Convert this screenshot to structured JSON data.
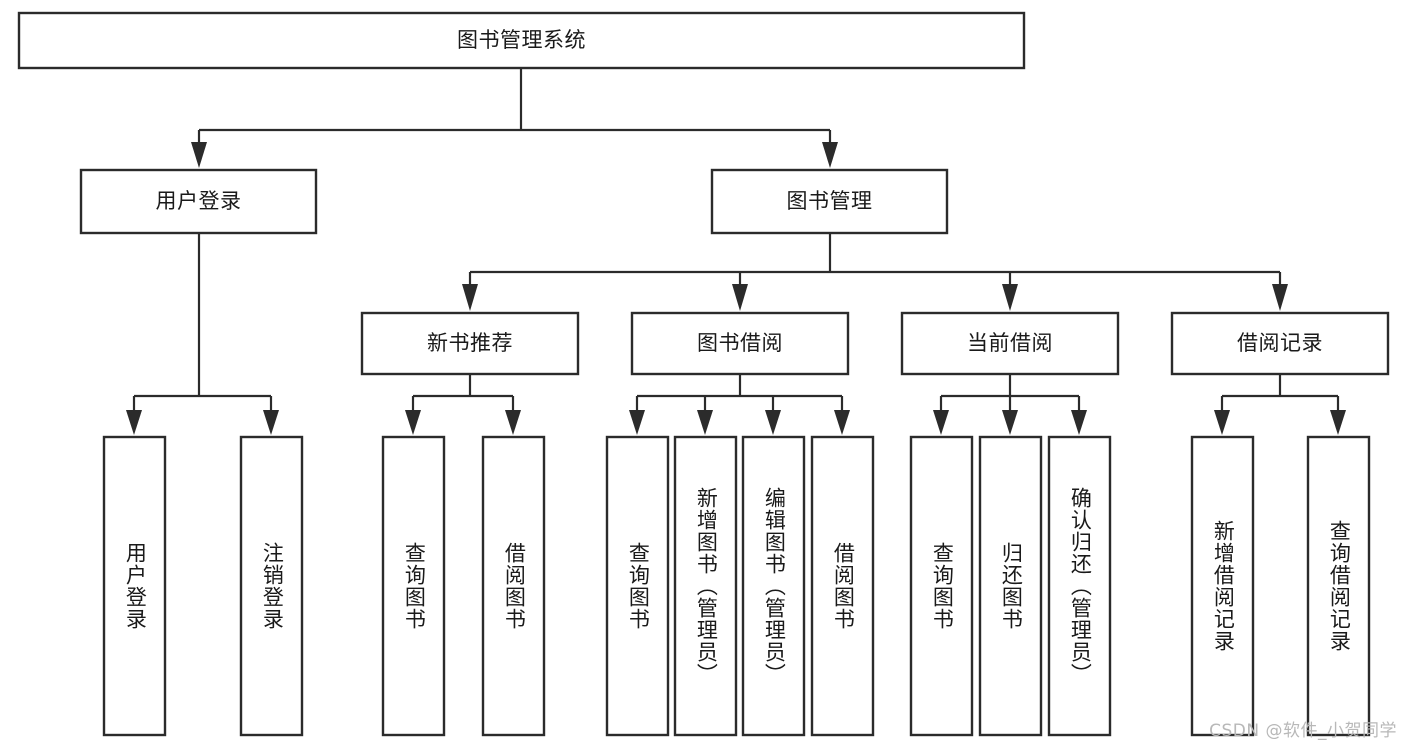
{
  "diagram": {
    "type": "tree",
    "title": "图书管理系统",
    "orientation": "top-down",
    "colors": {
      "box_stroke": "#2b2b2b",
      "box_fill": "#ffffff",
      "connector": "#2b2b2b",
      "text": "#1a1a1a",
      "background": "#ffffff",
      "watermark": "#b8b8b8"
    },
    "root": {
      "id": "root",
      "label": "图书管理系统",
      "orientation": "horizontal"
    },
    "level2": [
      {
        "id": "user-login",
        "label": "用户登录",
        "orientation": "horizontal"
      },
      {
        "id": "book-management",
        "label": "图书管理",
        "orientation": "horizontal"
      }
    ],
    "level3": [
      {
        "id": "new-book-recommend",
        "label": "新书推荐",
        "orientation": "horizontal",
        "parent": "book-management"
      },
      {
        "id": "book-borrow",
        "label": "图书借阅",
        "orientation": "horizontal",
        "parent": "book-management"
      },
      {
        "id": "current-borrow",
        "label": "当前借阅",
        "orientation": "horizontal",
        "parent": "book-management"
      },
      {
        "id": "borrow-record",
        "label": "借阅记录",
        "orientation": "horizontal",
        "parent": "book-management"
      }
    ],
    "leaves": [
      {
        "id": "leaf-user-login",
        "label": "用户登录",
        "orientation": "vertical",
        "parent": "user-login"
      },
      {
        "id": "leaf-logout",
        "label": "注销登录",
        "orientation": "vertical",
        "parent": "user-login"
      },
      {
        "id": "leaf-query-book-1",
        "label": "查询图书",
        "orientation": "vertical",
        "parent": "new-book-recommend"
      },
      {
        "id": "leaf-borrow-book-1",
        "label": "借阅图书",
        "orientation": "vertical",
        "parent": "new-book-recommend"
      },
      {
        "id": "leaf-query-book-2",
        "label": "查询图书",
        "orientation": "vertical",
        "parent": "book-borrow"
      },
      {
        "id": "leaf-add-book",
        "label": "新增图书（管理员）",
        "orientation": "vertical",
        "parent": "book-borrow"
      },
      {
        "id": "leaf-edit-book",
        "label": "编辑图书（管理员）",
        "orientation": "vertical",
        "parent": "book-borrow"
      },
      {
        "id": "leaf-borrow-book-2",
        "label": "借阅图书",
        "orientation": "vertical",
        "parent": "book-borrow"
      },
      {
        "id": "leaf-query-book-3",
        "label": "查询图书",
        "orientation": "vertical",
        "parent": "current-borrow"
      },
      {
        "id": "leaf-return-book",
        "label": "归还图书",
        "orientation": "vertical",
        "parent": "current-borrow"
      },
      {
        "id": "leaf-confirm-return",
        "label": "确认归还（管理员）",
        "orientation": "vertical",
        "parent": "current-borrow"
      },
      {
        "id": "leaf-add-record",
        "label": "新增借阅记录",
        "orientation": "vertical",
        "parent": "borrow-record"
      },
      {
        "id": "leaf-query-record",
        "label": "查询借阅记录",
        "orientation": "vertical",
        "parent": "borrow-record"
      }
    ]
  },
  "watermark": {
    "text": "CSDN @软件_小贺同学"
  }
}
